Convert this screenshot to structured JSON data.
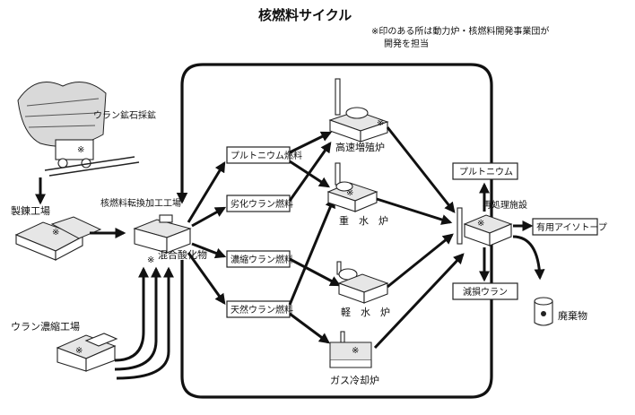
{
  "title": "核燃料サイクル",
  "note_line1": "※印のある所は動力炉・核燃料開発事業団が",
  "note_line2": "開発を担当",
  "mining": "ウラン鉱石採鉱",
  "refinery": "製錬工場",
  "enrichment_plant": "ウラン濃縮工場",
  "fuel_fab": "核燃料転換加工工場",
  "mixed_oxide": "混合酸化物",
  "mark": "※",
  "fuels": {
    "plutonium": "プルトニウム燃料",
    "depleted": "劣化ウラン燃料",
    "enriched": "濃縮ウラン燃料",
    "natural": "天然ウラン燃料"
  },
  "reactors": {
    "fast_breeder": "高速増殖炉",
    "heavy_water": "重　水　炉",
    "light_water": "軽　水　炉",
    "gas_cooled": "ガス冷却炉"
  },
  "reprocessing": "再処理施設",
  "outputs": {
    "plutonium": "プルトニウム",
    "isotopes": "有用アイソトープ",
    "depleted_uranium": "減損ウラン",
    "waste": "廃棄物"
  }
}
